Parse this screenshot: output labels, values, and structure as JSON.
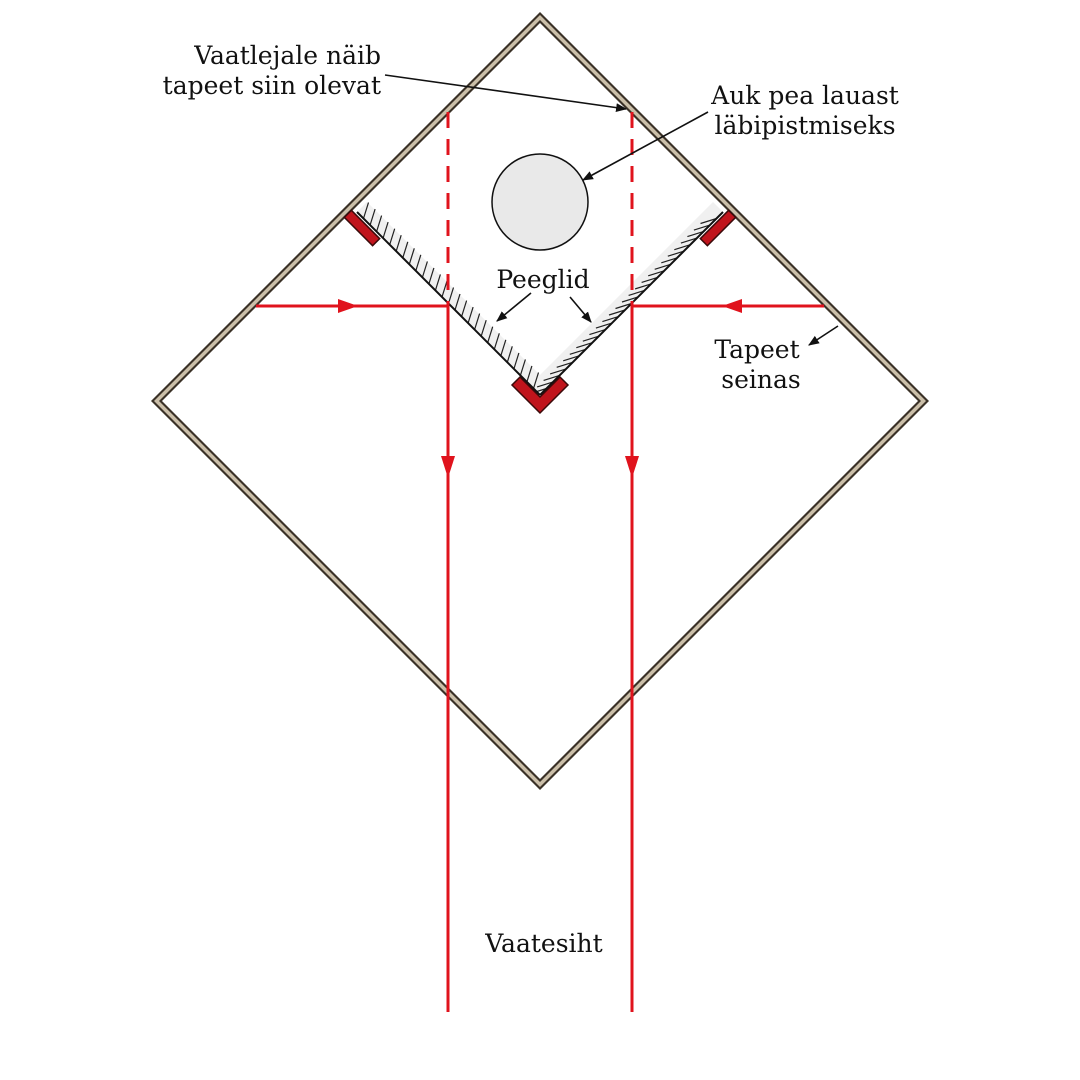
{
  "labels": {
    "wallpaper_appears_line1": "Vaatlejale näib",
    "wallpaper_appears_line2": "tapeet siin olevat",
    "hole_line1": "Auk pea lauast",
    "hole_line2": "läbipistmiseks",
    "mirrors": "Peeglid",
    "wallpaper_wall_line1": "Tapeet",
    "wallpaper_wall_line2": "seinas",
    "line_of_sight": "Vaatesiht"
  },
  "colors": {
    "wall_outer": "#3a3127",
    "wall_fill": "#cbbfa9",
    "ray": "#e0131d",
    "mirror_mount": "#c0141c",
    "mirror_fill": "#f0f0f0",
    "hole_fill": "#e9e9e9",
    "ink": "#111111"
  }
}
